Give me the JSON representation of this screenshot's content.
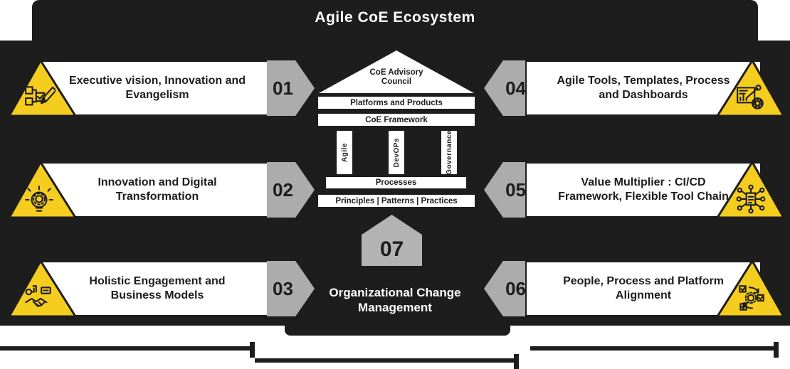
{
  "title": "Agile CoE Ecosystem",
  "colors": {
    "dark": "#1d1d1d",
    "yellow": "#f5cd1e",
    "gray": "#acacac",
    "white": "#ffffff"
  },
  "temple": {
    "advisory_council": "CoE Advisory Council",
    "platforms_bar": "Platforms and Products",
    "framework_bar": "CoE Framework",
    "pillars": [
      "Agile",
      "DevOPs",
      "Governance"
    ],
    "processes_bar": "Processes",
    "principles_bar": "Principles | Patterns | Practices"
  },
  "items": [
    {
      "number": "01",
      "text": "Executive vision, Innovation and Evangelism",
      "side": "left",
      "icon": "flowchart-pencil-icon"
    },
    {
      "number": "02",
      "text": "Innovation and Digital Transformation",
      "side": "left",
      "icon": "bulb-gear-icon"
    },
    {
      "number": "03",
      "text": "Holistic Engagement and Business Models",
      "side": "left",
      "icon": "handshake-icon"
    },
    {
      "number": "04",
      "text": "Agile Tools, Templates, Process and Dashboards",
      "side": "right",
      "icon": "dashboard-chart-icon"
    },
    {
      "number": "05",
      "text": "Value Multiplier : CI/CD Framework, Flexible Tool Chain",
      "side": "right",
      "icon": "toolchain-network-icon"
    },
    {
      "number": "06",
      "text": "People, Process and Platform Alignment",
      "side": "right",
      "icon": "process-cycle-icon"
    }
  ],
  "center_bottom": {
    "number": "07",
    "label": "Organizational Change Management"
  }
}
